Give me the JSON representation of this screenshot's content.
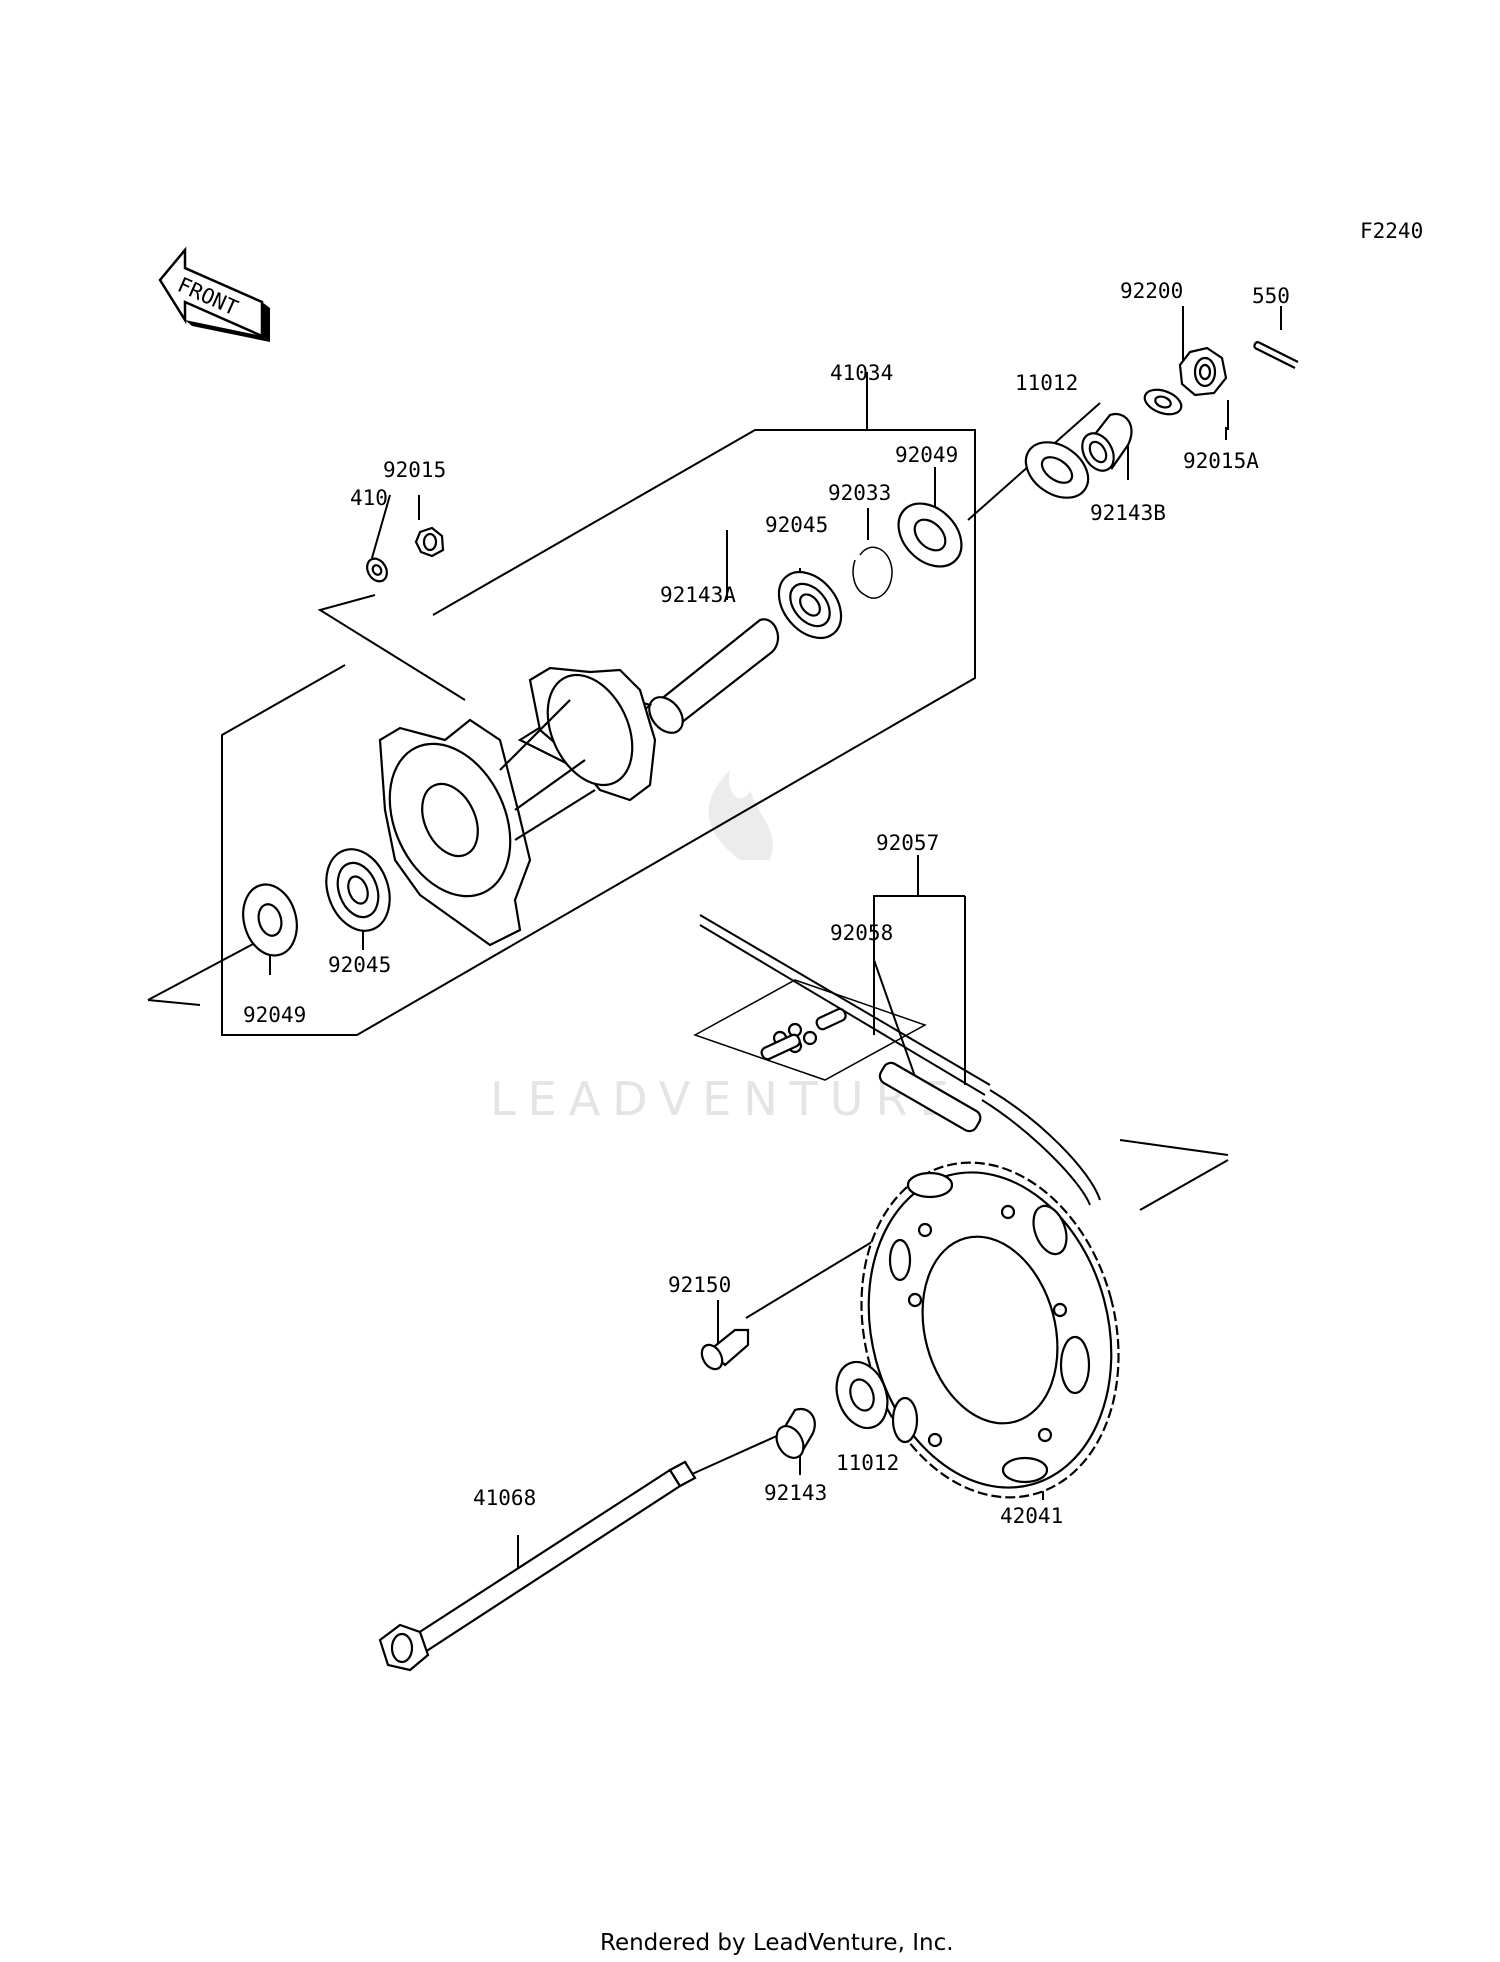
{
  "figure_code": "F2240",
  "front_label": "FRONT",
  "watermark": "LEADVENTURE",
  "footer": "Rendered by LeadVenture, Inc.",
  "parts": {
    "p41034": "41034",
    "p11012_top": "11012",
    "p92200": "92200",
    "p550": "550",
    "p92049_top": "92049",
    "p92015A": "92015A",
    "p92143B": "92143B",
    "p92033": "92033",
    "p92045_top": "92045",
    "p92015": "92015",
    "p410": "410",
    "p92143A": "92143A",
    "p92045_bottom": "92045",
    "p92049_bottom": "92049",
    "p92057": "92057",
    "p92058": "92058",
    "p92150": "92150",
    "p11012_bottom": "11012",
    "p92143": "92143",
    "p42041": "42041",
    "p41068": "41068"
  }
}
